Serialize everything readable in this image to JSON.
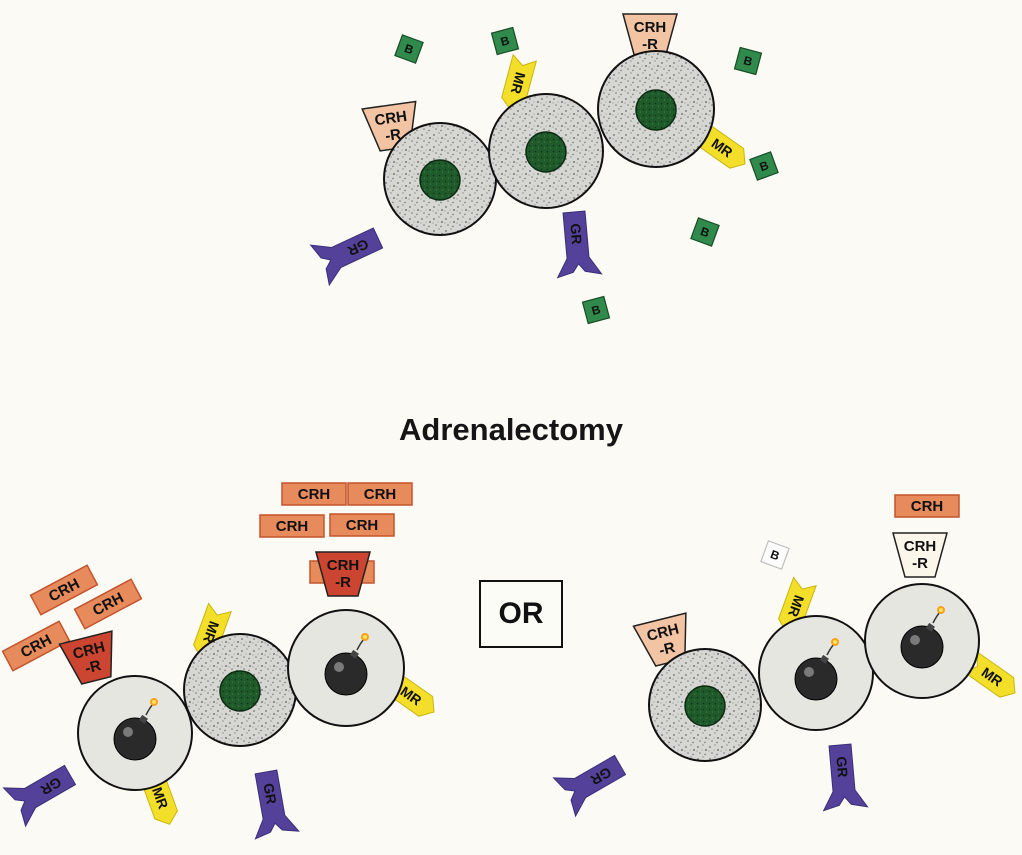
{
  "title": "Adrenalectomy",
  "or_label": "OR",
  "labels": {
    "crh": "CRH",
    "crh_r_line1": "CRH",
    "crh_r_line2": "-R",
    "mr": "MR",
    "gr": "GR",
    "b": "B"
  },
  "colors": {
    "background": "#fbfaf4",
    "nucleus": "#1f5a2a",
    "mr": "#f3df2a",
    "gr": "#54429a",
    "crh_r_normal": "#f2c4a4",
    "crh_r_upregulated": "#cc4530",
    "crh": "#e78b5c",
    "b_hormone": "#2f8a4c",
    "bomb": "#2a2a2a"
  }
}
